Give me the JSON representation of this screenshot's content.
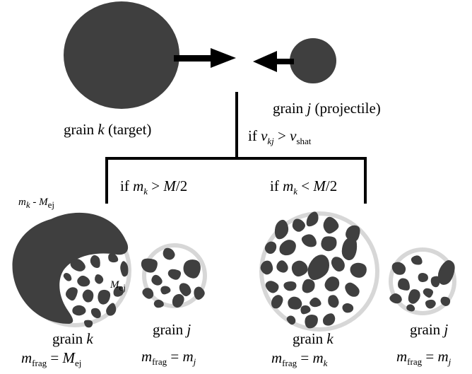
{
  "colors": {
    "grain": "#3f3f3f",
    "outline": "#d7d7d7",
    "line": "#000000",
    "background": "#ffffff"
  },
  "labels": {
    "target": {
      "prefix": "grain ",
      "var": "k",
      "suffix": " (target)"
    },
    "projectile": {
      "prefix": "grain ",
      "var": "j",
      "suffix": " (projectile)"
    },
    "condition": {
      "if": "if ",
      "v": "v",
      "v_sub": "kj",
      "op": " > ",
      "v2": "v",
      "v2_sub": "shat"
    },
    "left_branch": {
      "if": "if ",
      "m": "m",
      "m_sub": "k",
      "op": " > ",
      "rhs": "M",
      "rhs_tail": "/2"
    },
    "right_branch": {
      "if": "if ",
      "m": "m",
      "m_sub": "k",
      "op": " < ",
      "rhs": "M",
      "rhs_tail": "/2"
    },
    "remnant": {
      "m": "m",
      "m_sub": "k",
      "op": " - ",
      "M": "M",
      "M_sub": "ej"
    },
    "ejecta": {
      "M": "M",
      "M_sub": "ej"
    },
    "results": [
      {
        "grain_prefix": "grain ",
        "grain_var": "k",
        "m": "m",
        "m_sub": "frag",
        "eq": " = ",
        "rhs": "M",
        "rhs_sub": "ej"
      },
      {
        "grain_prefix": "grain ",
        "grain_var": "j",
        "m": "m",
        "m_sub": "frag",
        "eq": " = ",
        "rhs": "m",
        "rhs_sub": "j"
      },
      {
        "grain_prefix": "grain ",
        "grain_var": "k",
        "m": "m",
        "m_sub": "frag",
        "eq": " = ",
        "rhs": "m",
        "rhs_sub": "k"
      },
      {
        "grain_prefix": "grain ",
        "grain_var": "j",
        "m": "m",
        "m_sub": "frag",
        "eq": " = ",
        "rhs": "m",
        "rhs_sub": "j"
      }
    ]
  }
}
